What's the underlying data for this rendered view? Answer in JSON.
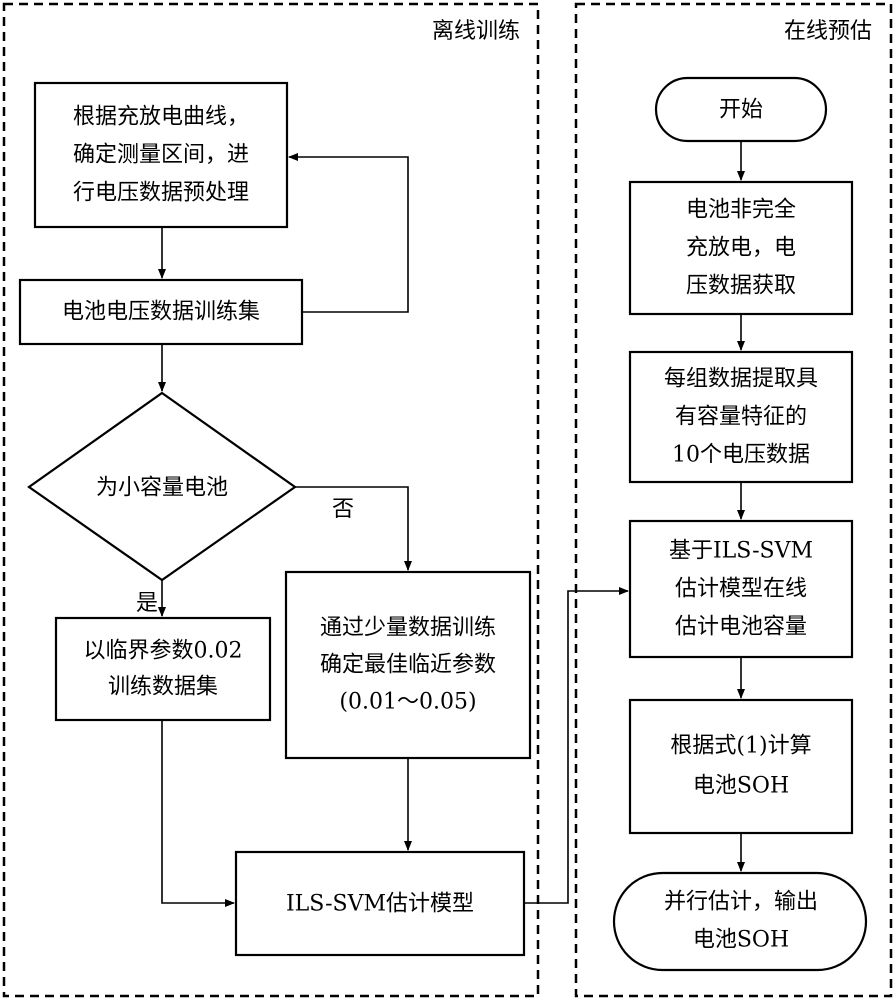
{
  "panels": {
    "offline": "离线训练",
    "online": "在线预估"
  },
  "nodes": {
    "preprocess": [
      "根据充放电曲线，",
      "确定测量区间，进",
      "行电压数据预处理"
    ],
    "train_set": [
      "电池电压数据训练集"
    ],
    "decision": [
      "为小容量电池"
    ],
    "critical": [
      "以临界参数0.02",
      "训练数据集"
    ],
    "optimal": [
      "通过少量数据训练",
      "确定最佳临近参数",
      "(0.01～0.05)"
    ],
    "model": [
      "ILS-SVM估计模型"
    ],
    "start": [
      "开始"
    ],
    "acquire": [
      "电池非完全",
      "充放电，电",
      "压数据获取"
    ],
    "extract": [
      "每组数据提取具",
      "有容量特征的",
      "10个电压数据"
    ],
    "estimate": [
      "基于ILS-SVM",
      "估计模型在线",
      "估计电池容量"
    ],
    "compute": [
      "根据式(1)计算",
      "电池SOH"
    ],
    "output": [
      "并行估计，输出",
      "电池SOH"
    ]
  },
  "edge_labels": {
    "yes": "是",
    "no": "否"
  }
}
